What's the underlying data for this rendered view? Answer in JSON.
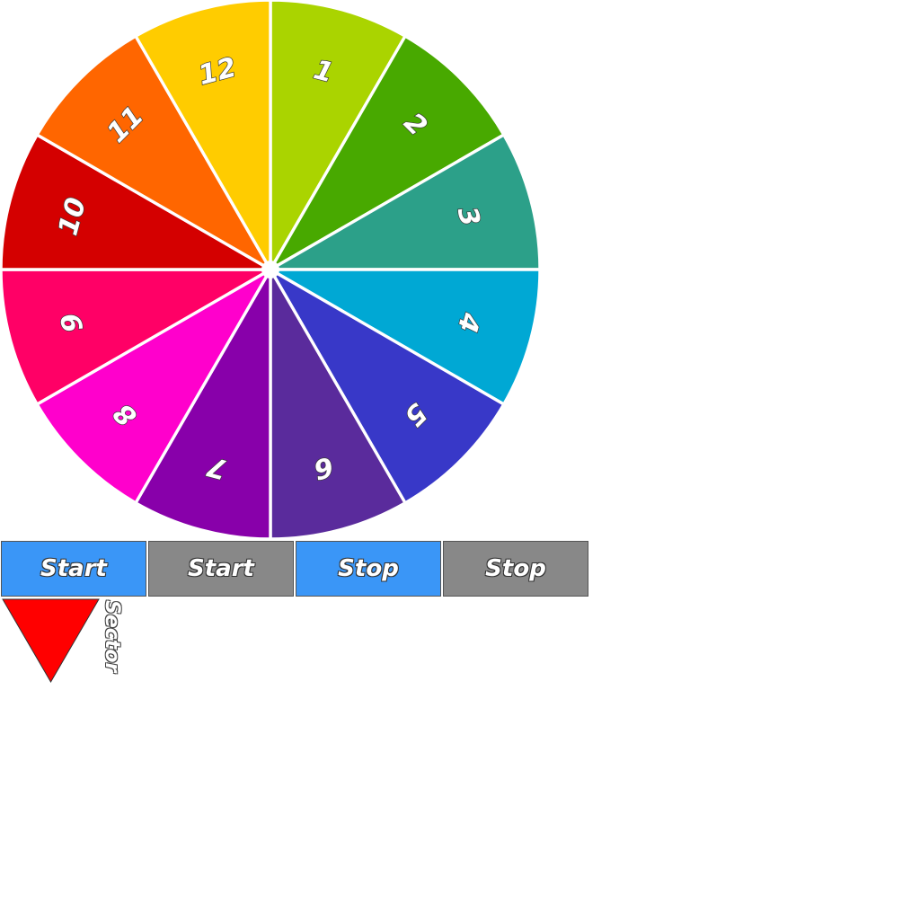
{
  "wheel": {
    "sectors": [
      {
        "label": "1",
        "color": "#aad400"
      },
      {
        "label": "2",
        "color": "#48a900"
      },
      {
        "label": "3",
        "color": "#2ca089"
      },
      {
        "label": "4",
        "color": "#00a8d4"
      },
      {
        "label": "5",
        "color": "#3838c8"
      },
      {
        "label": "6",
        "color": "#5a2b9c"
      },
      {
        "label": "7",
        "color": "#8800aa"
      },
      {
        "label": "8",
        "color": "#ff00cc"
      },
      {
        "label": "9",
        "color": "#ff0066"
      },
      {
        "label": "10",
        "color": "#d40000"
      },
      {
        "label": "11",
        "color": "#ff6600"
      },
      {
        "label": "12",
        "color": "#ffcc00"
      }
    ]
  },
  "controls": {
    "start_blue_label": "Start",
    "start_gray_label": "Start",
    "stop_blue_label": "Stop",
    "stop_gray_label": "Stop"
  },
  "pointer": {
    "caption": "Sector",
    "color": "#ff0000"
  }
}
